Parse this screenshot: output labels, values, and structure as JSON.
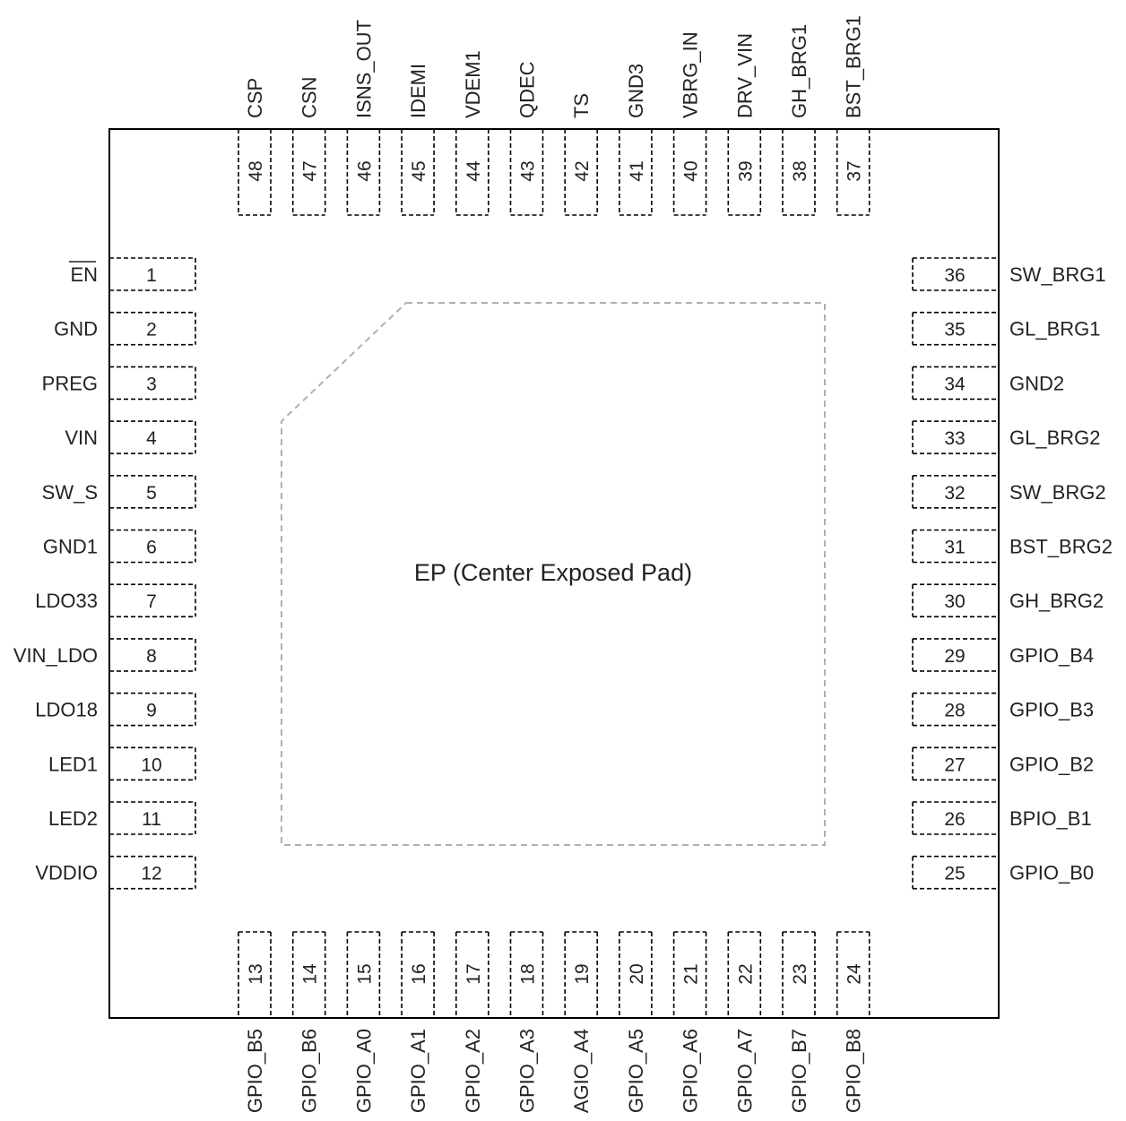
{
  "ep_label": "EP (Center Exposed Pad)",
  "colors": {
    "outline": "#000000",
    "pad_dash": "#000000",
    "ep_dash": "#b0b0b0",
    "text": "#222222"
  },
  "pins": {
    "left": [
      {
        "num": "1",
        "name": "EN",
        "overbar": true
      },
      {
        "num": "2",
        "name": "GND"
      },
      {
        "num": "3",
        "name": "PREG"
      },
      {
        "num": "4",
        "name": "VIN"
      },
      {
        "num": "5",
        "name": "SW_S"
      },
      {
        "num": "6",
        "name": "GND1"
      },
      {
        "num": "7",
        "name": "LDO33"
      },
      {
        "num": "8",
        "name": "VIN_LDO"
      },
      {
        "num": "9",
        "name": "LDO18"
      },
      {
        "num": "10",
        "name": "LED1"
      },
      {
        "num": "11",
        "name": "LED2"
      },
      {
        "num": "12",
        "name": "VDDIO"
      }
    ],
    "bottom": [
      {
        "num": "13",
        "name": "GPIO_B5"
      },
      {
        "num": "14",
        "name": "GPIO_B6"
      },
      {
        "num": "15",
        "name": "GPIO_A0"
      },
      {
        "num": "16",
        "name": "GPIO_A1"
      },
      {
        "num": "17",
        "name": "GPIO_A2"
      },
      {
        "num": "18",
        "name": "GPIO_A3"
      },
      {
        "num": "19",
        "name": "AGIO_A4"
      },
      {
        "num": "20",
        "name": "GPIO_A5"
      },
      {
        "num": "21",
        "name": "GPIO_A6"
      },
      {
        "num": "22",
        "name": "GPIO_A7"
      },
      {
        "num": "23",
        "name": "GPIO_B7"
      },
      {
        "num": "24",
        "name": "GPIO_B8"
      }
    ],
    "right": [
      {
        "num": "25",
        "name": "GPIO_B0"
      },
      {
        "num": "26",
        "name": "BPIO_B1"
      },
      {
        "num": "27",
        "name": "GPIO_B2"
      },
      {
        "num": "28",
        "name": "GPIO_B3"
      },
      {
        "num": "29",
        "name": "GPIO_B4"
      },
      {
        "num": "30",
        "name": "GH_BRG2"
      },
      {
        "num": "31",
        "name": "BST_BRG2"
      },
      {
        "num": "32",
        "name": "SW_BRG2"
      },
      {
        "num": "33",
        "name": "GL_BRG2"
      },
      {
        "num": "34",
        "name": "GND2"
      },
      {
        "num": "35",
        "name": "GL_BRG1"
      },
      {
        "num": "36",
        "name": "SW_BRG1"
      }
    ],
    "top": [
      {
        "num": "37",
        "name": "BST_BRG1"
      },
      {
        "num": "38",
        "name": "GH_BRG1"
      },
      {
        "num": "39",
        "name": "DRV_VIN"
      },
      {
        "num": "40",
        "name": "VBRG_IN"
      },
      {
        "num": "41",
        "name": "GND3"
      },
      {
        "num": "42",
        "name": "TS"
      },
      {
        "num": "43",
        "name": "QDEC"
      },
      {
        "num": "44",
        "name": "VDEM1"
      },
      {
        "num": "45",
        "name": "IDEMI"
      },
      {
        "num": "46",
        "name": "ISNS_OUT"
      },
      {
        "num": "47",
        "name": "CSN"
      },
      {
        "num": "48",
        "name": "CSP"
      }
    ]
  }
}
